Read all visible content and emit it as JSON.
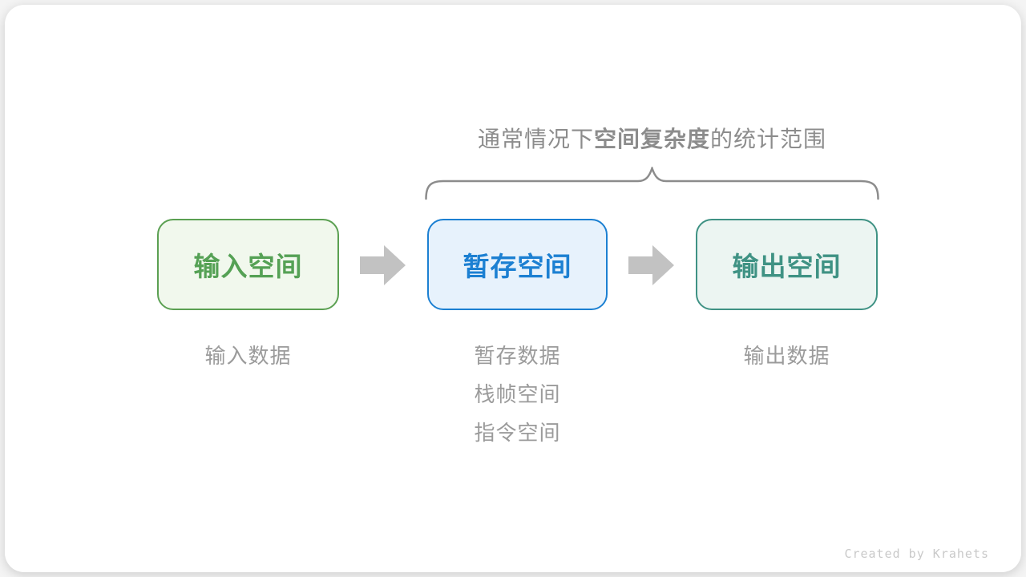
{
  "title": {
    "prefix": "通常情况下",
    "bold": "空间复杂度",
    "suffix": "的统计范围"
  },
  "boxes": [
    {
      "label": "输入空间",
      "border_color": "#5ba052",
      "bg_color": "#f1f8ed",
      "text_color": "#55a155",
      "notes": [
        "输入数据"
      ]
    },
    {
      "label": "暂存空间",
      "border_color": "#1c80d2",
      "bg_color": "#e7f2fc",
      "text_color": "#1c80d2",
      "notes": [
        "暂存数据",
        "栈帧空间",
        "指令空间"
      ]
    },
    {
      "label": "输出空间",
      "border_color": "#3f9284",
      "bg_color": "#ecf5f2",
      "text_color": "#3f9284",
      "notes": [
        "输出数据"
      ]
    }
  ],
  "credit": "Created by Krahets",
  "colors": {
    "title_text": "#8c8c8c",
    "note_text": "#9b9b9b",
    "brace": "#8c8c8c",
    "arrow": "#c2c2c2",
    "credit_text": "#c9c9c9"
  }
}
